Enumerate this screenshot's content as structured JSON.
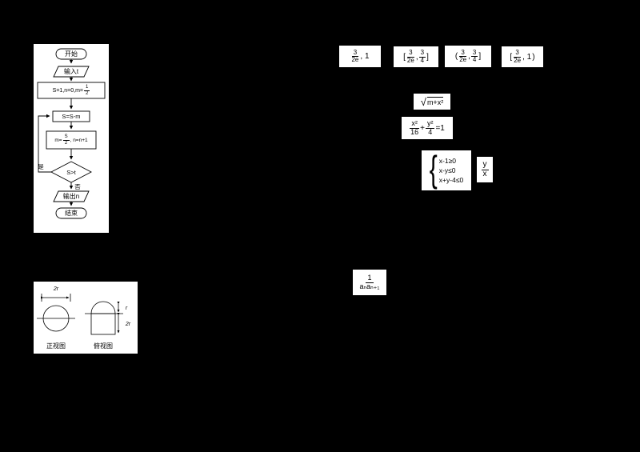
{
  "page": {
    "background_color": "#000000",
    "paper_color": "#ffffff",
    "ink_color": "#000000"
  },
  "flowchart": {
    "start": "开始",
    "input": "输入t",
    "init_prefix": "S=1,n=0,m=",
    "init_frac": {
      "n": "1",
      "d": "2"
    },
    "body": "S=S-m",
    "update_prefix": "m=",
    "update_frac": {
      "n": "S",
      "d": "2"
    },
    "update_suffix": ", n=n+1",
    "condition": "S>t",
    "yes_label": "是",
    "no_label": "否",
    "output": "输出n",
    "end": "结束"
  },
  "options": {
    "opt1": {
      "open": "",
      "f1": {
        "n": "3",
        "d": "2e"
      },
      "sep": ", 1",
      "close": ""
    },
    "opt2": {
      "open": "[",
      "f1": {
        "n": "3",
        "d": "2e"
      },
      "sep": ",",
      "f2": {
        "n": "3",
        "d": "4"
      },
      "close": "]"
    },
    "opt3": {
      "open": "(",
      "f1": {
        "n": "3",
        "d": "2e"
      },
      "sep": ",",
      "f2": {
        "n": "3",
        "d": "4"
      },
      "close": "]"
    },
    "opt4": {
      "open": "[",
      "f1": {
        "n": "3",
        "d": "2e"
      },
      "sep": ", 1",
      "close": ")"
    }
  },
  "expressions": {
    "sqrt": {
      "sign": "√",
      "radicand": "m+x²"
    },
    "ellipse": {
      "f1": {
        "n": "x²",
        "d": "16"
      },
      "op": "+",
      "f2": {
        "n": "y²",
        "d": "4"
      },
      "eq": "=1"
    },
    "system": {
      "brace": "{",
      "rows": [
        "x-1≥0",
        "x-y≤0",
        "x+y-4≤0"
      ]
    },
    "ratio": {
      "n": "y",
      "d": "x"
    },
    "sequence": {
      "n": "1",
      "d": "aₙaₙ₊₁"
    }
  },
  "views": {
    "front_label": "正视图",
    "top_label": "俯视图",
    "dim_left": "2r",
    "dim_r": "r",
    "dim_right": "2r"
  }
}
